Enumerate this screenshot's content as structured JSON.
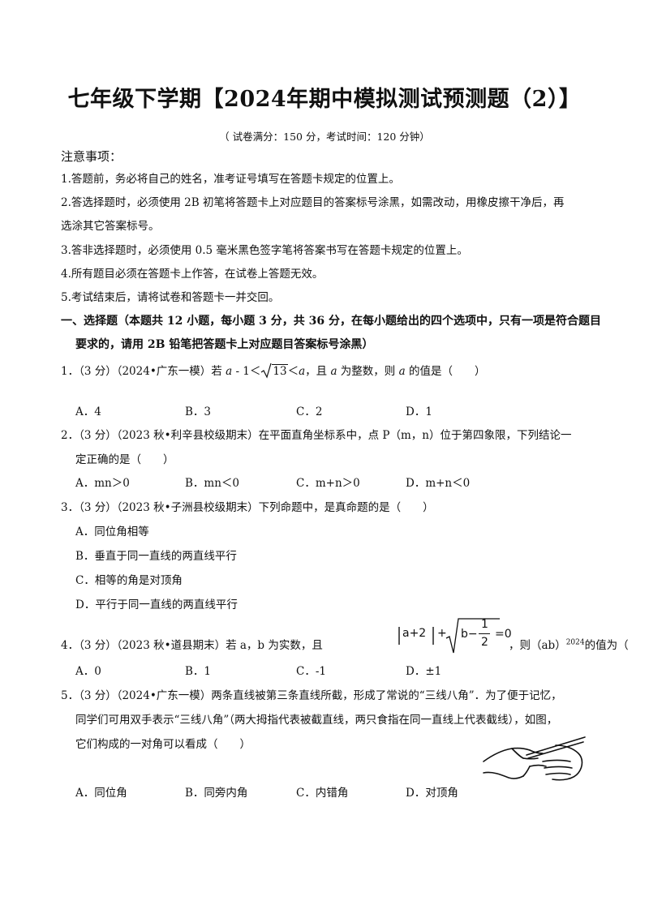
{
  "title": "七年级下学期【2024年期中模拟测试预测题（2）】",
  "subtitle": "（ 试卷满分：150 分，考试时间：120 分钟）",
  "notes": {
    "heading": "注意事项：",
    "items": [
      "1.答题前，务必将自己的姓名，准考证号填写在答题卡规定的位置上。",
      "2.答选择题时，必须使用  2B  初笔将答题卡上对应题目的答案标号涂黑，如需改动，用橡皮擦干净后，再",
      "选涂其它答案标号。",
      "3.答非选择题时，必须使用  0.5  毫米黑色签字笔将答案书写在答题卡规定的位置上。",
      "4.所有题目必须在答题卡上作答，在试卷上答题无效。",
      "5.考试结束后，请将试卷和答题卡一并交回。"
    ]
  },
  "section1": {
    "line1": "一、选择题（本题共 12 小题，每小题 3 分，共 36 分，在每小题给出的四个选项中，只有一项是符合题目",
    "line2": "要求的，请用 2B 铅笔把答题卡上对应题目答案标号涂黑）"
  },
  "q1": {
    "prefix": "1．（3 分）（2024•广东一模）若 ",
    "expr_a": "a",
    "expr_minus": " ‑ 1＜",
    "sqrt_num": "13",
    "expr_lt": "＜",
    "expr_a2": "a",
    "suffix1": "，且 ",
    "expr_a3": "a",
    "suffix2": " 为整数，则 ",
    "expr_a4": "a",
    "suffix3": " 的值是（　　）",
    "options": [
      "A．4",
      "B．3",
      "C．2",
      "D．1"
    ]
  },
  "q2": {
    "line1": "2．（3 分）（2023 秋•利辛县校级期末）在平面直角坐标系中，点 P（m，n）位于第四象限，下列结论一",
    "line2": "定正确的是（　　）",
    "options": [
      "A．mn＞0",
      "B．mn＜0",
      "C．m+n＞0",
      "D．m+n＜0"
    ]
  },
  "q3": {
    "line1": "3．（3 分）（2023 秋•子洲县校级期末）下列命题中，是真命题的是（　　）",
    "options": [
      "A．同位角相等",
      "B．垂直于同一直线的两直线平行",
      "C．相等的角是对顶角",
      "D．平行于同一直线的两直线平行"
    ]
  },
  "q4": {
    "prefix": "4．（3 分）（2023 秋•道县期末）若 a，b 为实数，且",
    "formula_abs": "a+2",
    "formula_plus": "+",
    "formula_b": "b−",
    "formula_num": "1",
    "formula_den": "2",
    "formula_eq": "=0",
    "suffix": "，则（ab）",
    "exponent": "2024",
    "suffix2": "的值为（　　）",
    "options": [
      "A．0",
      "B．1",
      "C．‑1",
      "D．±1"
    ]
  },
  "q5": {
    "line1": "5．（3 分）（2024•广东一模）两条直线被第三条直线所截，形成了常说的“三线八角”．为了便于记忆，",
    "line2": "同学们可用双手表示“三线八角”（两大拇指代表被截直线，两只食指在同一直线上代表截线），如图，",
    "line3": "它们构成的一对角可以看成（　　）",
    "options": [
      "A．同位角",
      "B．同旁内角",
      "C．内错角",
      "D．对顶角"
    ]
  }
}
